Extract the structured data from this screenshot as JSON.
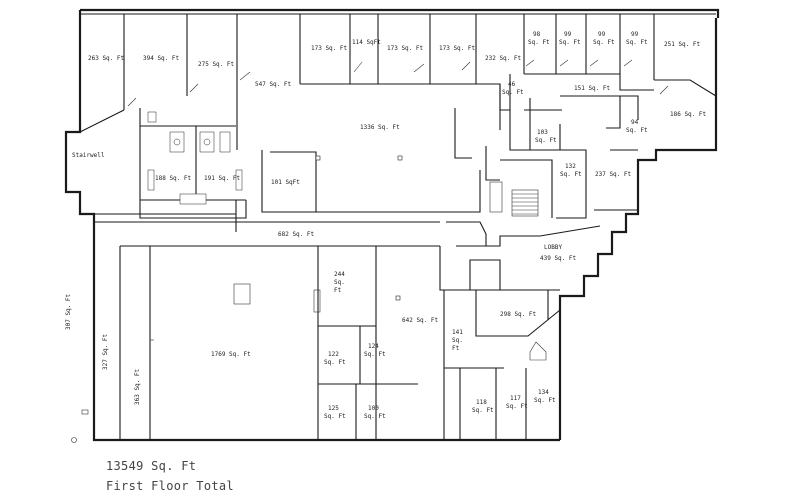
{
  "rooms": {
    "r263": "263 Sq. Ft",
    "r394": "394 Sq. Ft",
    "r275": "275 Sq. Ft",
    "r547": "547 Sq. Ft",
    "r173a": "173 Sq. Ft",
    "r114": "114 SqFt",
    "r173b": "173 Sq. Ft",
    "r173c": "173 Sq. Ft",
    "r232": "232 Sq. Ft",
    "r98": [
      "98",
      "Sq. Ft"
    ],
    "r99a": [
      "99",
      "Sq. Ft"
    ],
    "r99b": [
      "99",
      "Sq. Ft"
    ],
    "r99c": [
      "99",
      "Sq. Ft"
    ],
    "r251": "251 Sq. Ft",
    "r46": [
      "46",
      "Sq. Ft"
    ],
    "r151": "151 Sq. Ft",
    "r186": "186 Sq. Ft",
    "r94": [
      "94",
      "Sq. Ft"
    ],
    "r1336": "1336 Sq. Ft",
    "r103": [
      "103",
      "Sq. Ft"
    ],
    "r132": [
      "132",
      "Sq. Ft"
    ],
    "r237": "237 Sq. Ft",
    "r188": "188 Sq. Ft",
    "r191a": "191 Sq. Ft",
    "r101": "101 SqFt",
    "stairwell": "Stairwell",
    "r682": "682 Sq. Ft",
    "lobby": "LOBBY",
    "r439": "439 Sq. Ft",
    "r307": "307 Sq. Ft",
    "r327": "327 Sq. Ft",
    "r363": "363 Sq. Ft",
    "r244": [
      "244",
      "Sq.",
      "Ft"
    ],
    "r642": "642 Sq. Ft",
    "r1769": "1769 Sq. Ft",
    "r298": "298 Sq. Ft",
    "r141": [
      "141",
      "Sq.",
      "Ft"
    ],
    "r122": [
      "122",
      "Sq. Ft"
    ],
    "r124": [
      "124",
      "Sq. Ft"
    ],
    "r125": [
      "125",
      "Sq. Ft"
    ],
    "r100": [
      "100",
      "Sq. Ft"
    ],
    "r118": [
      "118",
      "Sq. Ft"
    ],
    "r117": [
      "117",
      "Sq. Ft"
    ],
    "r134": [
      "134",
      "Sq. Ft"
    ]
  },
  "totals": {
    "area": "13549 Sq. Ft",
    "label": "First Floor Total"
  }
}
